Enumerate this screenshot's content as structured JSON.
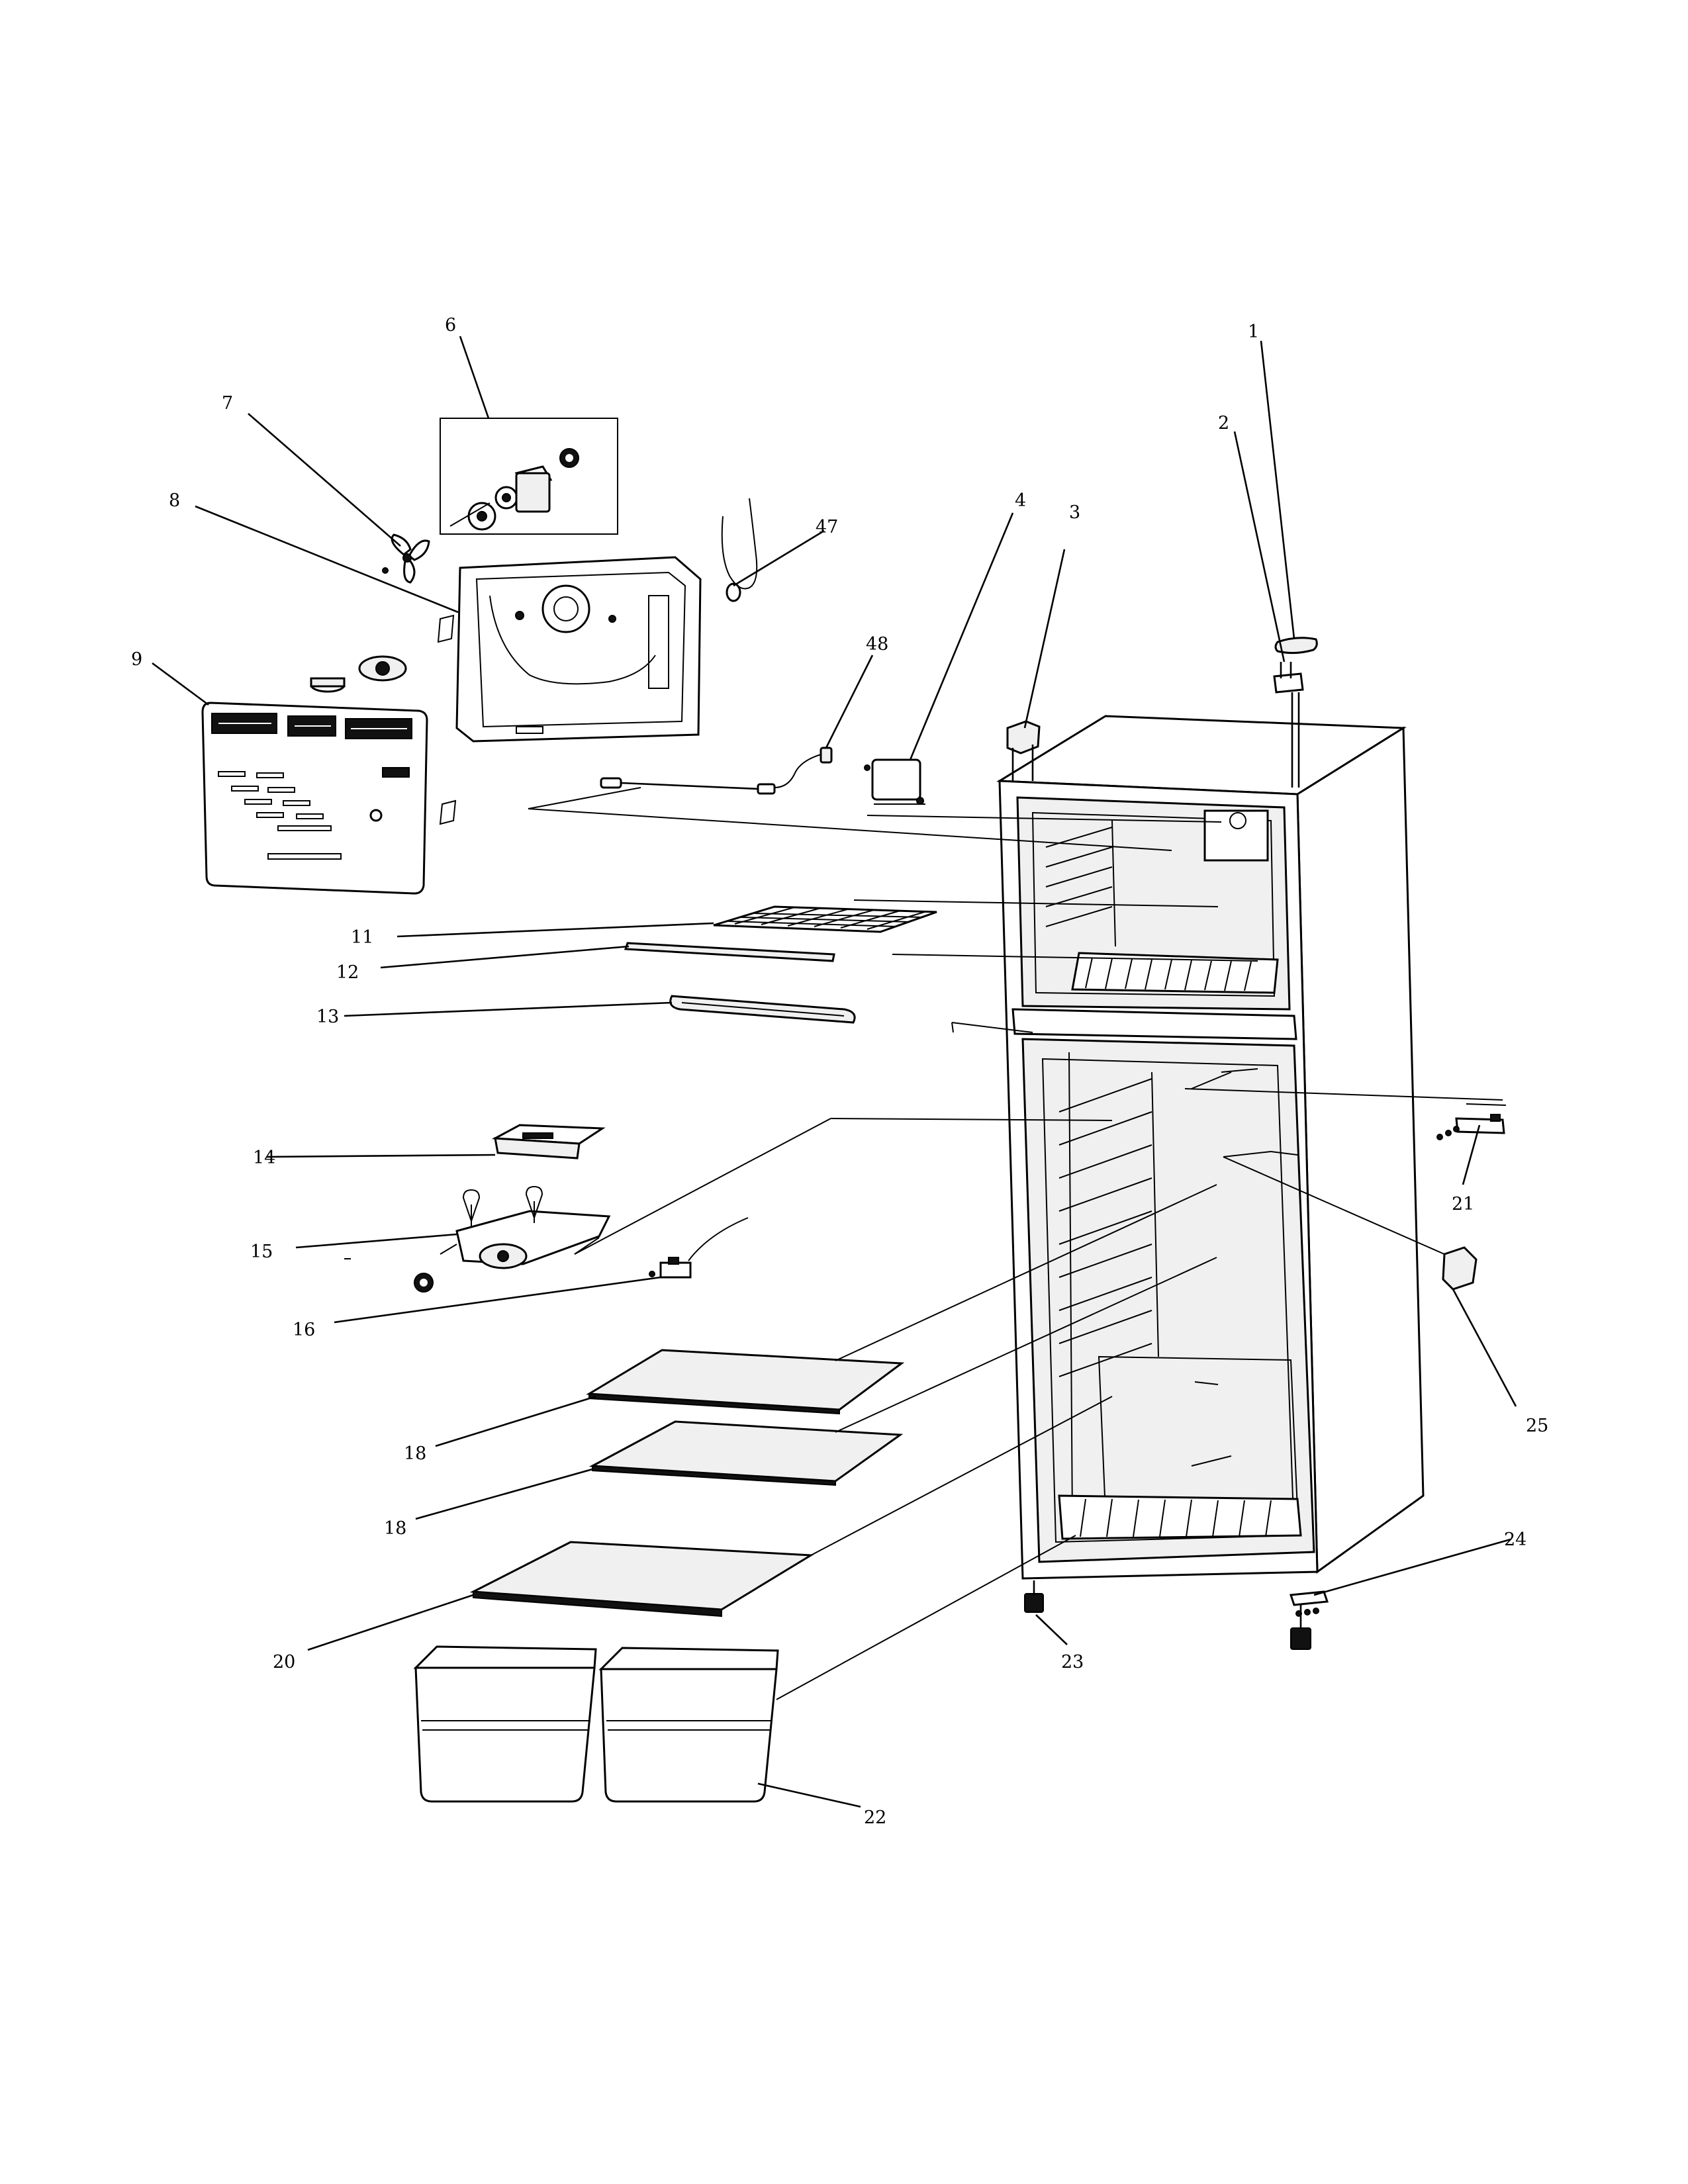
{
  "callouts": {
    "c1": "1",
    "c2": "2",
    "c3": "3",
    "c4": "4",
    "c6": "6",
    "c7": "7",
    "c8": "8",
    "c9": "9",
    "c11": "11",
    "c12": "12",
    "c13": "13",
    "c14": "14",
    "c15": "15",
    "c16": "16",
    "c18a": "18",
    "c18b": "18",
    "c20": "20",
    "c21": "21",
    "c22": "22",
    "c23": "23",
    "c24": "24",
    "c25": "25",
    "c47": "47",
    "c48": "48"
  }
}
